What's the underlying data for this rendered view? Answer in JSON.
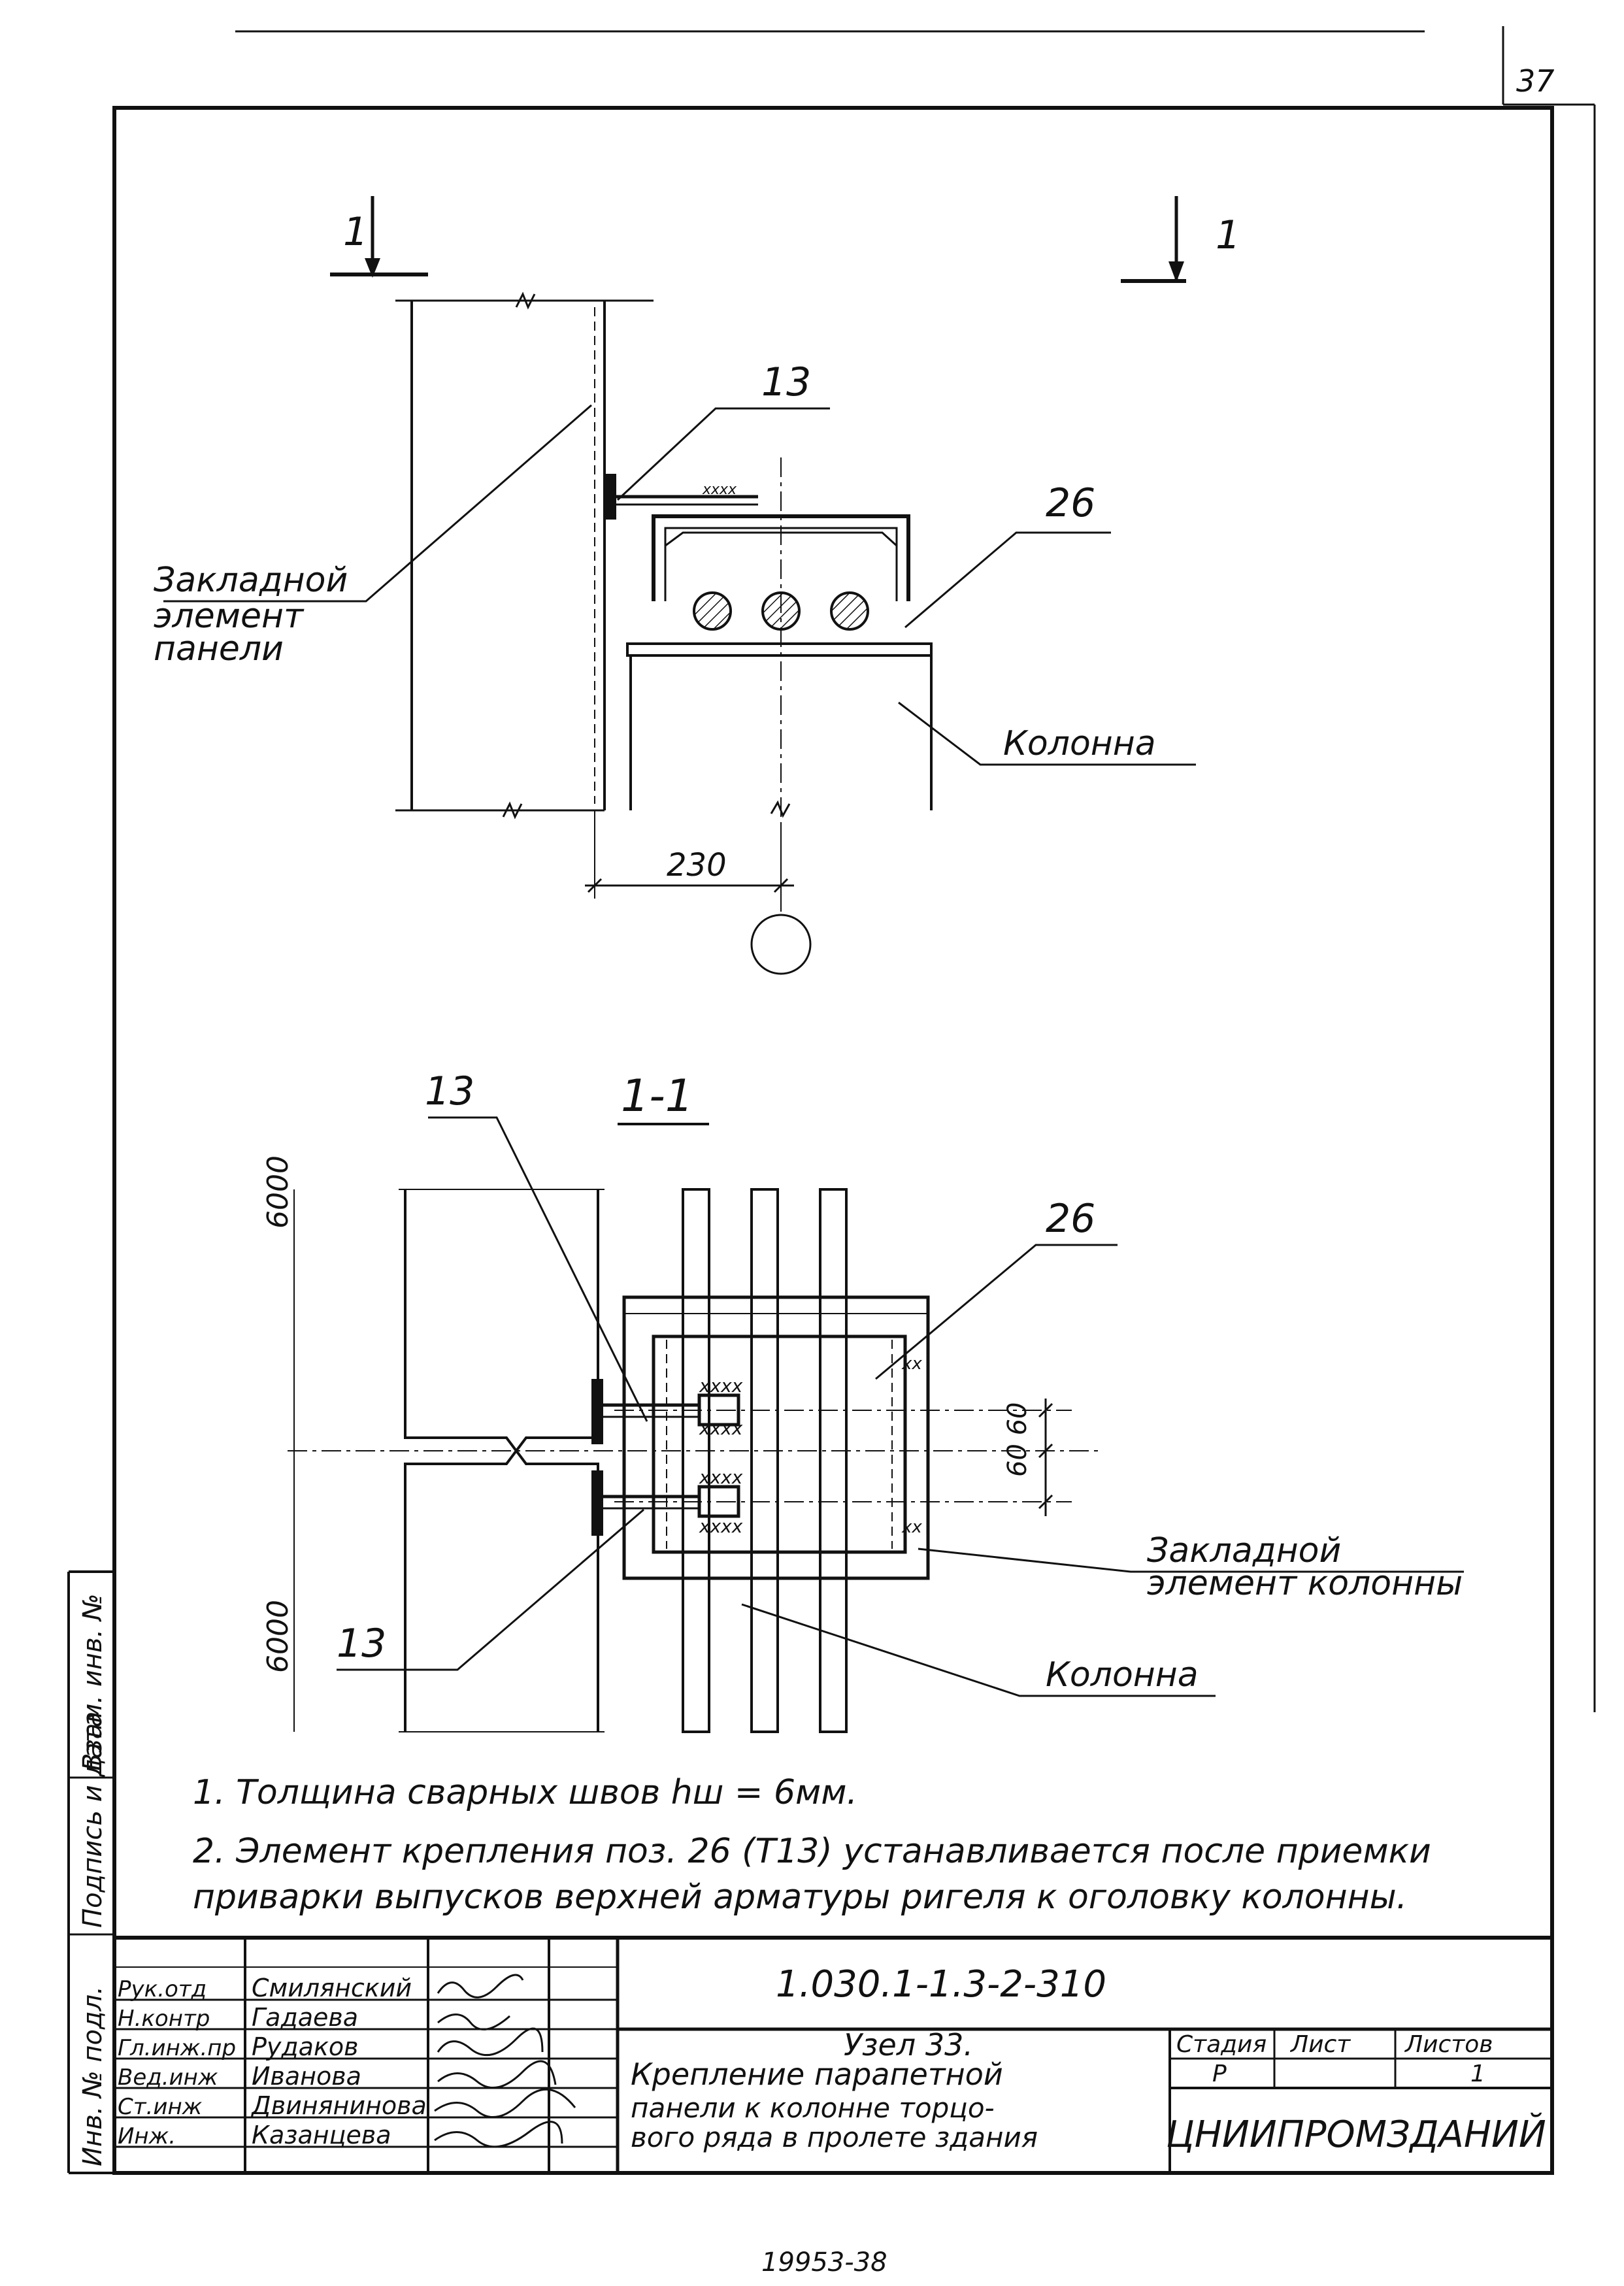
{
  "page": {
    "number": "37",
    "bottom_note": "19953-38"
  },
  "section_marks": {
    "left": "1",
    "right": "1",
    "section_title": "1-1"
  },
  "elevation": {
    "label_panel_embed": [
      "Закладной",
      "элемент",
      "панели"
    ],
    "pos_13": "13",
    "pos_26": "26",
    "label_column": "Колонна",
    "dim_230": "230"
  },
  "section": {
    "pos_13_top": "13",
    "pos_13_bottom": "13",
    "pos_26": "26",
    "dim_top": "6000",
    "dim_bottom": "6000",
    "dim_60": "60 60",
    "label_column_embed": [
      "Закладной",
      "элемент колонны"
    ],
    "label_column": "Колонна"
  },
  "notes": [
    "1. Толщина  сварных  швов hш = 6мм.",
    "2. Элемент  крепления поз. 26 (Т13) устанавливается  после приемки",
    "приварки выпусков верхней арматуры ригеля к оголовку колонны."
  ],
  "side_stamp": [
    "Инв. № подл.",
    "Подпись и дата",
    "Взам. инв. №"
  ],
  "title_block": {
    "code": "1.030.1-1.3-2-310",
    "title": [
      "Узел 33.",
      "Крепление  парапетной",
      "панели к колонне торцо-",
      "вого ряда в пролете здания"
    ],
    "stage_head": "Стадия",
    "sheet_head": "Лист",
    "sheets_head": "Листов",
    "stage": "Р",
    "sheet": "",
    "sheets": "1",
    "org": "ЦНИИПРОМЗДАНИЙ",
    "people": [
      {
        "role": "Рук.отд",
        "name": "Смилянский"
      },
      {
        "role": "Н.контр",
        "name": "Гадаева"
      },
      {
        "role": "Гл.инж.пр",
        "name": "Рудаков"
      },
      {
        "role": "Вед.инж",
        "name": "Иванова"
      },
      {
        "role": "Ст.инж",
        "name": "Двинянинова"
      },
      {
        "role": "Инж.",
        "name": "Казанцева"
      }
    ]
  }
}
